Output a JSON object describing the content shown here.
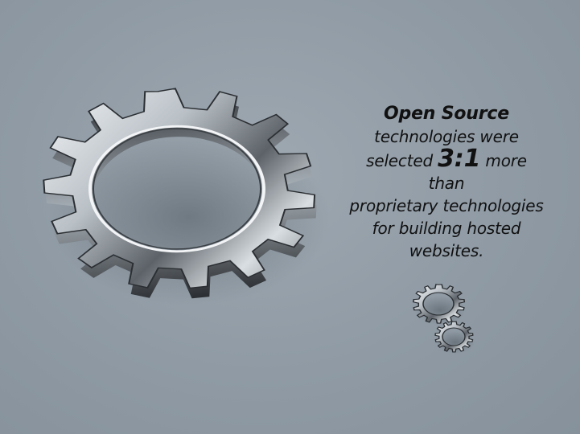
{
  "caption": {
    "headline": "Open Source",
    "line1": "technologies were",
    "line2_before": "selected ",
    "ratio": "3:1",
    "line2_after": " more than",
    "line3": "proprietary technologies",
    "line4": "for building hosted",
    "line5": "websites."
  },
  "icons": {
    "large_gear": "gear-icon",
    "small_gears": "gear-icon"
  }
}
